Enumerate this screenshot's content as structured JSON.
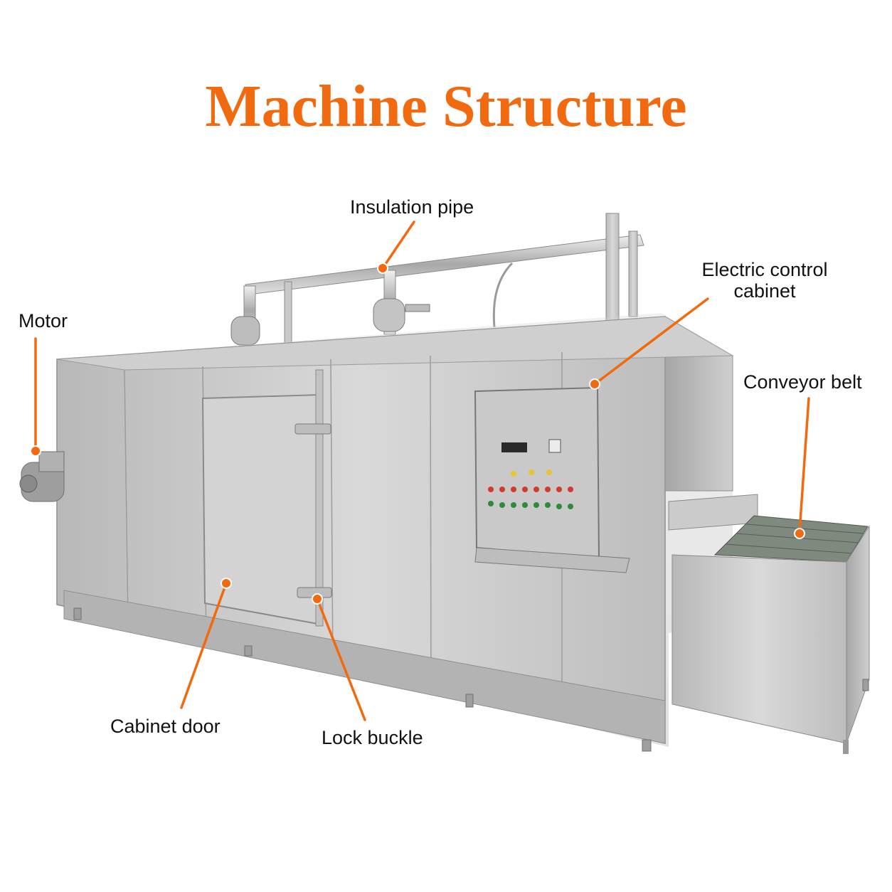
{
  "title": "Machine Structure",
  "accent_color": "#f26a10",
  "callouts": {
    "insulation_pipe": "Insulation pipe",
    "electric_control_cabinet": "Electric control cabinet",
    "motor": "Motor",
    "conveyor_belt": "Conveyor belt",
    "cabinet_door": "Cabinet door",
    "lock_buckle": "Lock buckle"
  }
}
